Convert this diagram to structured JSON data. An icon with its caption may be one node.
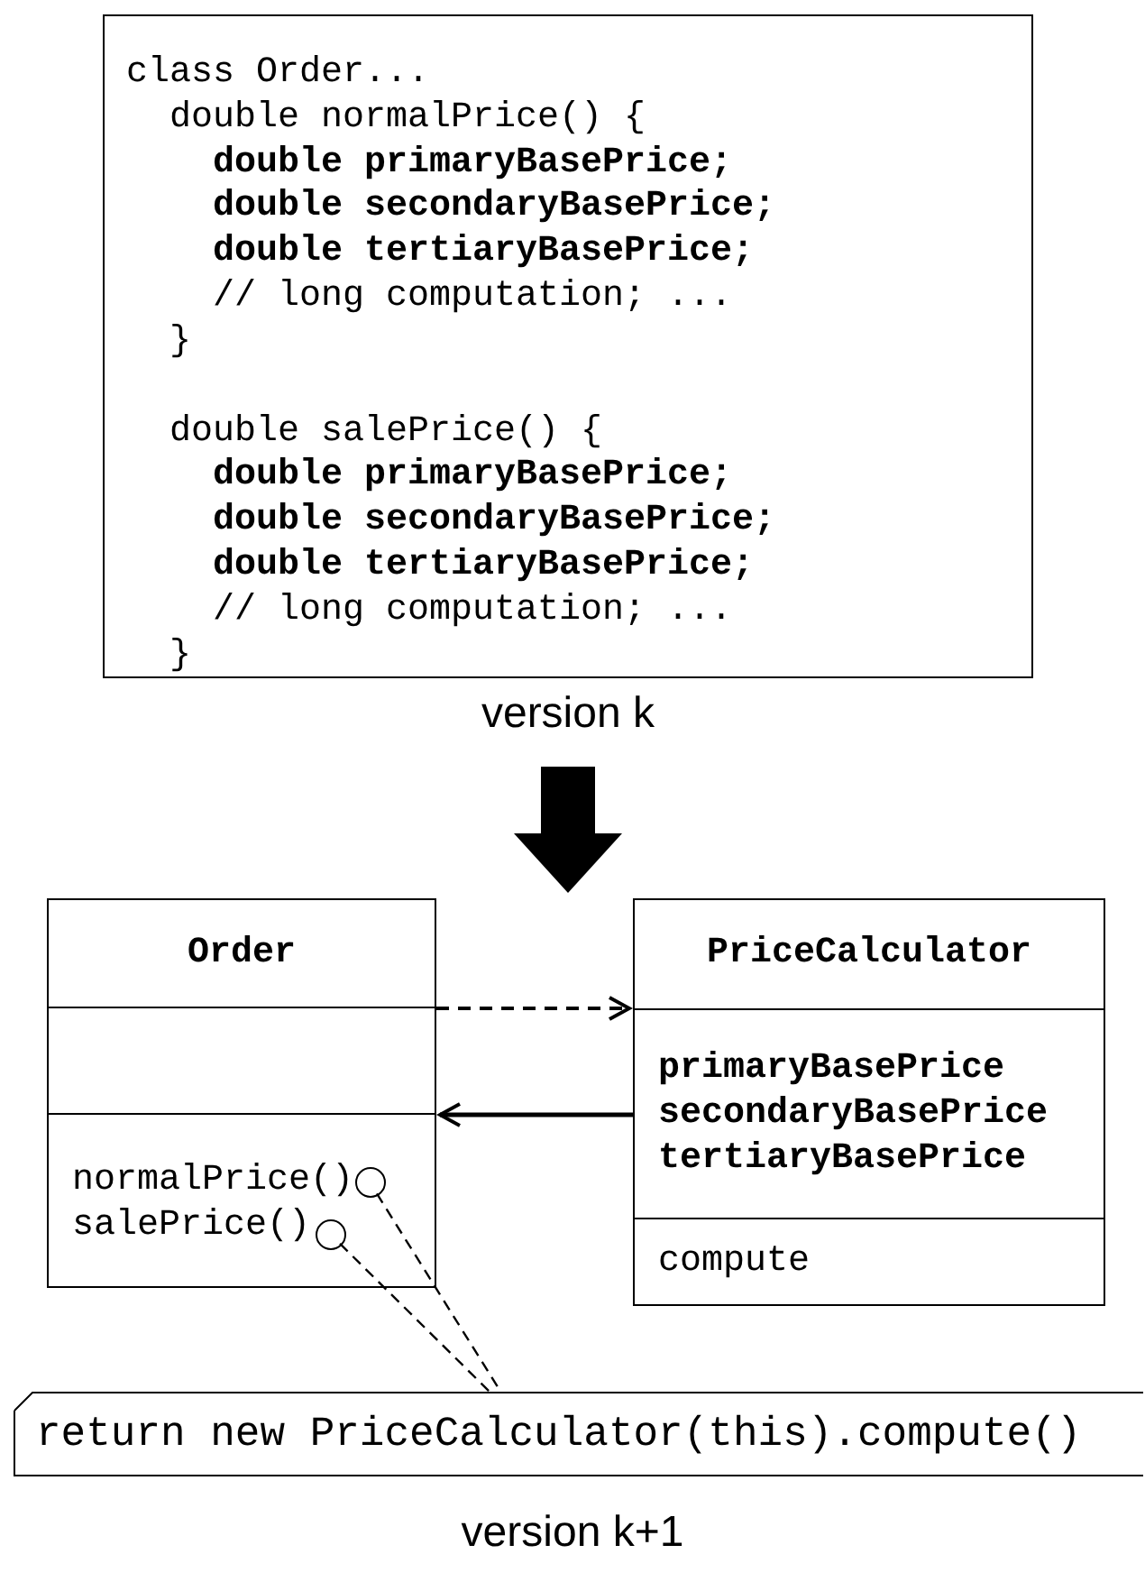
{
  "diagram": {
    "nodes": [
      {
        "text": [
          "class Order...",
          "double normalPrice() {",
          "**double primaryBasePrice;**",
          "**double secondaryBasePrice;**",
          "**double tertiaryBasePrice;**",
          "// long computation; ...",
          "}",
          "double salePrice() {",
          "**double primaryBasePrice;**",
          "**double secondaryBasePrice;**",
          "**double tertiaryBasePrice;**",
          "// long computation; ...",
          "}"
        ],
        "beside": [
          "version k"
        ]
      },
      {
        "text": [
          "Order",
          "normalPrice()",
          "salePrice()"
        ]
      },
      {
        "text": [
          "PriceCalculator",
          "primaryBasePrice",
          "secondaryBasePrice",
          "tertiaryBasePrice",
          "compute"
        ]
      },
      {
        "text": [],
        "shape": "circle",
        "in": 1
      },
      {
        "text": [],
        "shape": "circle",
        "in": 1
      },
      {
        "text": [
          "return new PriceCalculator(this).compute()"
        ]
      }
    ],
    "edges": [
      {
        "from": 1,
        "to": 2,
        "arrow": "to",
        "style": "dashed"
      },
      {
        "from": 2,
        "to": 1,
        "arrow": "to"
      },
      {
        "from": 3,
        "to": 5,
        "arrow": "none",
        "style": "dashed"
      },
      {
        "from": 4,
        "to": 5,
        "arrow": "none",
        "style": "dashed"
      }
    ],
    "labels": [
      "version k+1"
    ]
  }
}
